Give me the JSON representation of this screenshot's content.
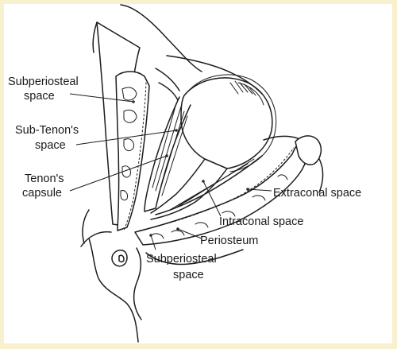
{
  "diagram": {
    "colors": {
      "frame": "#f8f1cf",
      "panel": "#ffffff",
      "ink": "#1c1c1c"
    },
    "labels": {
      "subperiosteal_top_line1": "Subperiosteal",
      "subperiosteal_top_line2": "space",
      "subtenon_line1": "Sub-Tenon's",
      "subtenon_line2": "space",
      "tenon_line1": "Tenon's",
      "tenon_line2": "capsule",
      "extraconal": "Extraconal space",
      "intraconal": "Intraconal space",
      "periosteum": "Periosteum",
      "subperiosteal_bottom_line1": "Subperiosteal",
      "subperiosteal_bottom_line2": "space"
    }
  }
}
